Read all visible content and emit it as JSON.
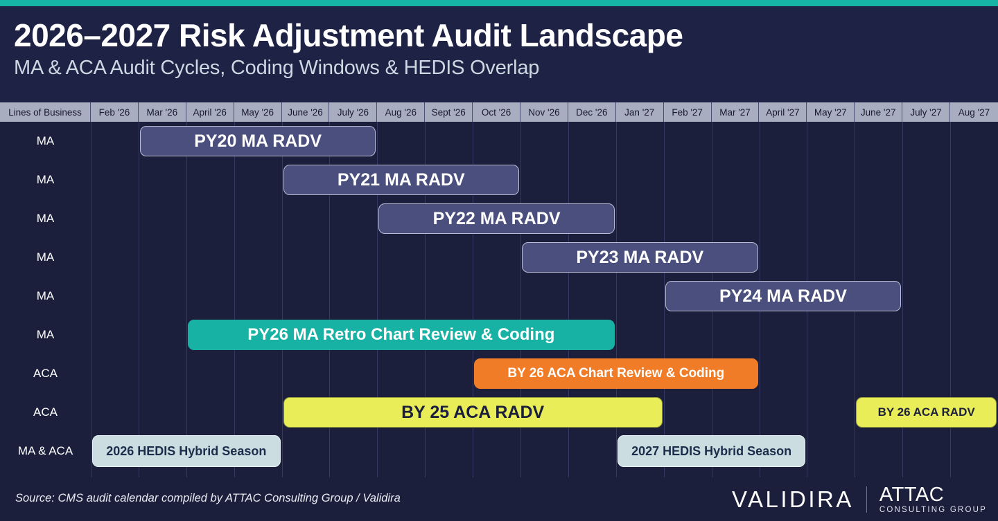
{
  "theme": {
    "background": "#1b1f3b",
    "header_bg": "#1e2245",
    "accent_teal": "#16b3a7",
    "month_header_bg": "#a8adc0",
    "gridline": "#343963",
    "radv_bar": "#4a4f7e",
    "teal_bar": "#17b2a4",
    "orange_bar": "#f07c28",
    "yellow_bar": "#e9ed58",
    "hedis_bar": "#ccdde2",
    "title_text": "#ffffff",
    "subtitle_text": "#ccd8e2"
  },
  "header": {
    "title": "2026–2027 Risk Adjustment Audit Landscape",
    "subtitle": "MA & ACA Audit Cycles, Coding Windows & HEDIS Overlap"
  },
  "table": {
    "lob_header": "Lines of Business",
    "months": [
      "Feb '26",
      "Mar '26",
      "April '26",
      "May '26",
      "June '26",
      "July '26",
      "Aug '26",
      "Sept '26",
      "Oct '26",
      "Nov '26",
      "Dec '26",
      "Jan '27",
      "Feb '27",
      "Mar '27",
      "April '27",
      "May '27",
      "June '27",
      "July '27",
      "Aug '27"
    ]
  },
  "footer": {
    "source": "Source: CMS audit calendar compiled by ATTAC Consulting Group / Validira",
    "logo_validira": "VALIDIRA",
    "logo_attac_main": "ATTAC",
    "logo_attac_sub": "CONSULTING GROUP"
  },
  "chart_data": {
    "type": "bar",
    "title": "2026–2027 Risk Adjustment Audit Landscape",
    "subtitle": "MA & ACA Audit Cycles, Coding Windows & HEDIS Overlap",
    "xlabel": "",
    "ylabel": "Lines of Business",
    "categories": [
      "Feb '26",
      "Mar '26",
      "April '26",
      "May '26",
      "June '26",
      "July '26",
      "Aug '26",
      "Sept '26",
      "Oct '26",
      "Nov '26",
      "Dec '26",
      "Jan '27",
      "Feb '27",
      "Mar '27",
      "April '27",
      "May '27",
      "June '27",
      "July '27",
      "Aug '27"
    ],
    "grid": true,
    "legend": "none",
    "rows": [
      {
        "lob": "MA",
        "label": "PY20 MA RADV",
        "style": "radv",
        "start_month": "Mar '26",
        "end_month": "July '26",
        "start_index": 1,
        "span": 5
      },
      {
        "lob": "MA",
        "label": "PY21 MA RADV",
        "style": "radv",
        "start_month": "June '26",
        "end_month": "Sept '26",
        "start_index": 4,
        "span": 5
      },
      {
        "lob": "MA",
        "label": "PY22 MA RADV",
        "style": "radv",
        "start_month": "Aug '26",
        "end_month": "Dec '26",
        "start_index": 6,
        "span": 5
      },
      {
        "lob": "MA",
        "label": "PY23 MA RADV",
        "style": "radv",
        "start_month": "Nov '26",
        "end_month": "Mar '27",
        "start_index": 9,
        "span": 5
      },
      {
        "lob": "MA",
        "label": "PY24 MA RADV",
        "style": "radv",
        "start_month": "Feb '27",
        "end_month": "June '27",
        "start_index": 12,
        "span": 5
      },
      {
        "lob": "MA",
        "label": "PY26 MA Retro Chart Review & Coding",
        "style": "teal",
        "start_month": "April '26",
        "end_month": "Dec '26",
        "start_index": 2,
        "span": 9
      },
      {
        "lob": "ACA",
        "label": "BY 26 ACA Chart Review & Coding",
        "style": "orange",
        "start_month": "Oct '26",
        "end_month": "Mar '27",
        "start_index": 8,
        "span": 6
      },
      {
        "lob": "ACA",
        "label": "BY 25 ACA RADV",
        "style": "yellow",
        "start_month": "June '26",
        "end_month": "Dec '26",
        "start_index": 4,
        "span": 8
      },
      {
        "lob": "ACA",
        "label": "BY 26 ACA RADV",
        "style": "yellow",
        "start_month": "June '27",
        "end_month": "Aug '27",
        "start_index": 16,
        "span": 3
      },
      {
        "lob": "MA & ACA",
        "label": "2026 HEDIS Hybrid Season",
        "style": "hedis",
        "start_month": "Feb '26",
        "end_month": "May '26",
        "start_index": 0,
        "span": 4
      },
      {
        "lob": "MA & ACA",
        "label": "2027 HEDIS Hybrid Season",
        "style": "hedis",
        "start_month": "Jan '27",
        "end_month": "April '27",
        "start_index": 11,
        "span": 4
      }
    ],
    "row_labels": [
      "MA",
      "MA",
      "MA",
      "MA",
      "MA",
      "MA",
      "ACA",
      "ACA",
      "MA & ACA"
    ]
  }
}
